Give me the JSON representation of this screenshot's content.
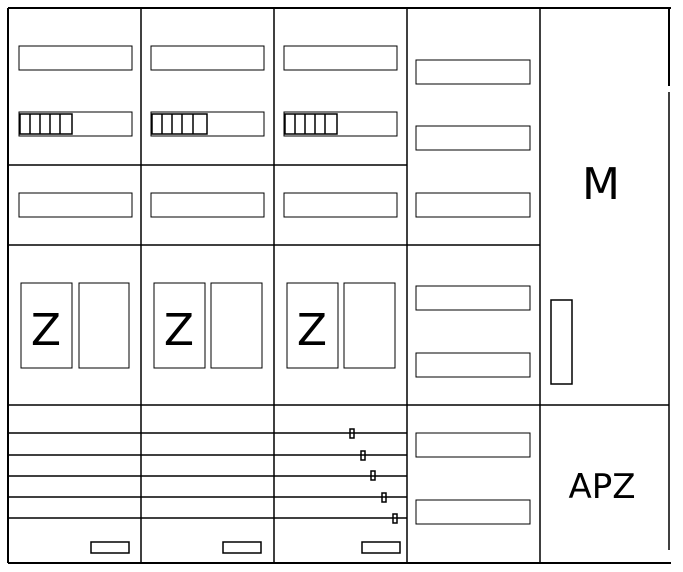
{
  "cabinet": {
    "columns": [
      {
        "id": "col-1",
        "meter_label": "Z",
        "has_meter_terminals": true
      },
      {
        "id": "col-2",
        "meter_label": "Z",
        "has_meter_terminals": true
      },
      {
        "id": "col-3",
        "meter_label": "Z",
        "has_meter_terminals": true
      },
      {
        "id": "col-4",
        "distribution_rows": 7
      },
      {
        "id": "col-5",
        "top_label": "M",
        "bottom_label": "APZ"
      }
    ]
  }
}
